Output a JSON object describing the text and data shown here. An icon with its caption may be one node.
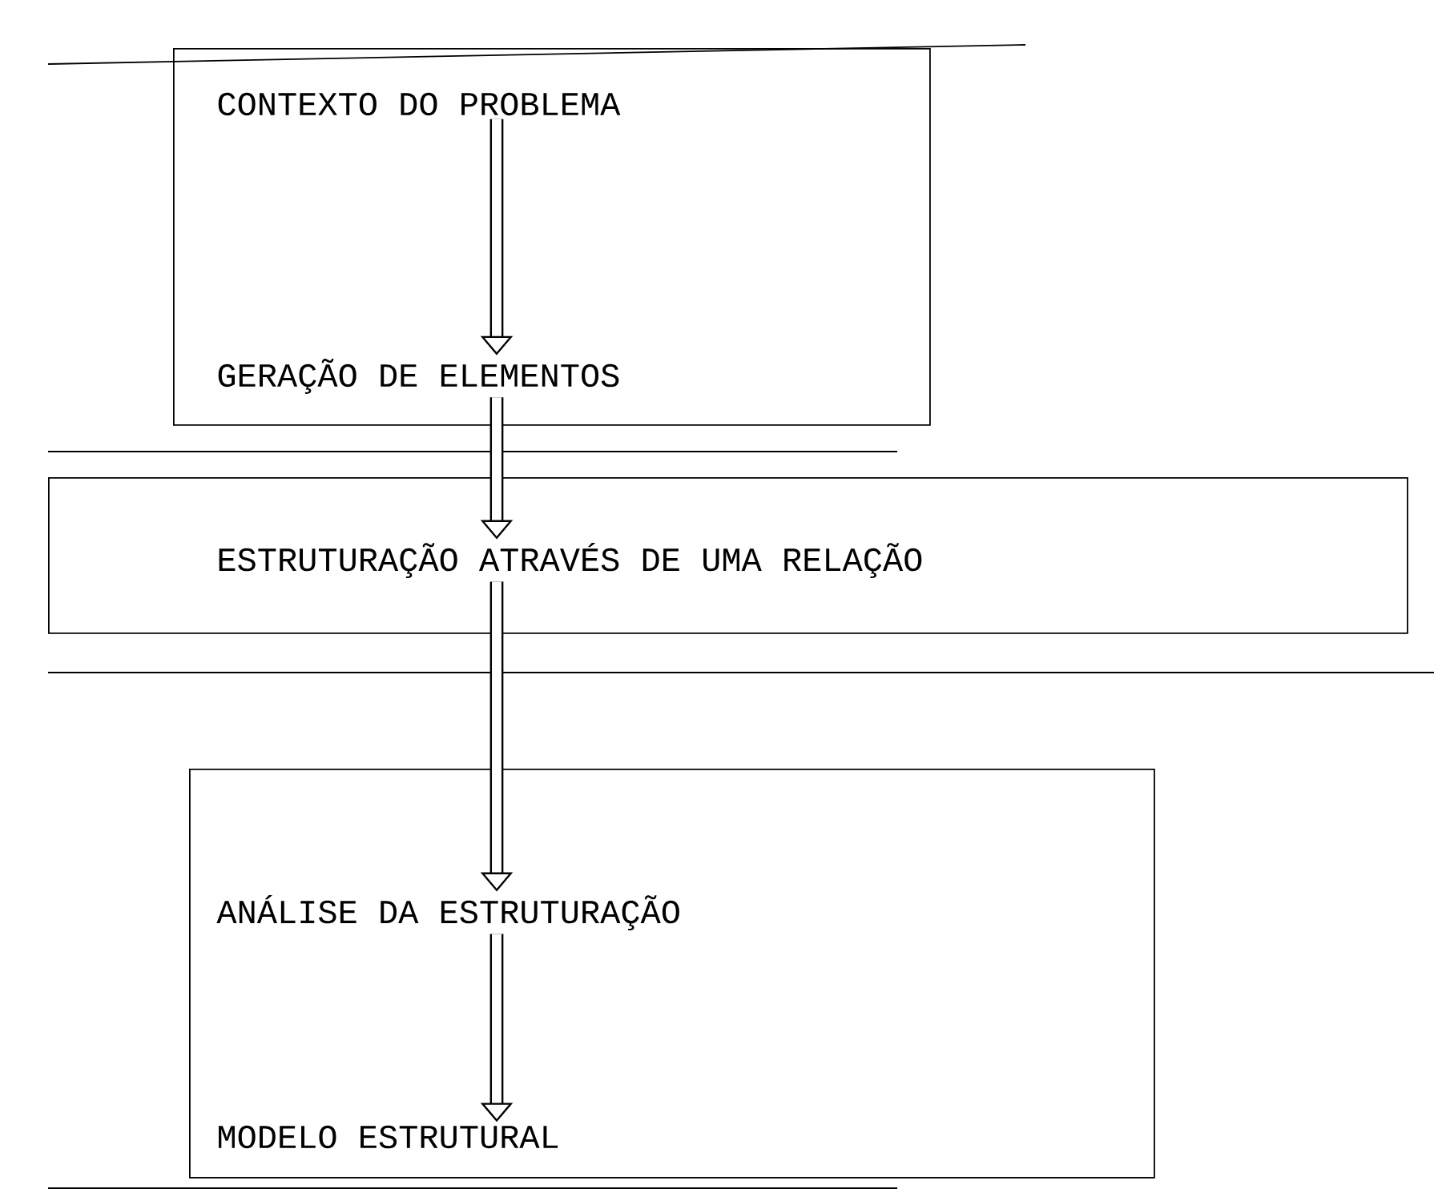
{
  "diagram": {
    "nodes": [
      {
        "text": [],
        "shape": "box"
      },
      {
        "text": [
          "CONTEXTO DO PROBLEMA"
        ],
        "in": 0
      },
      {
        "text": [
          "GERAÇÃO DE ELEMENTOS"
        ],
        "in": 0
      },
      {
        "text": [],
        "shape": "box"
      },
      {
        "text": [
          "ESTRUTURAÇÃO ATRAVÉS DE UMA RELAÇÃO"
        ],
        "in": 3
      },
      {
        "text": [],
        "shape": "box"
      },
      {
        "text": [
          "ANÁLISE DA ESTRUTURAÇÃO"
        ],
        "in": 5
      },
      {
        "text": [
          "MODELO ESTRUTURAL"
        ],
        "in": 5
      }
    ],
    "edges": [
      {
        "from": 1,
        "to": 2,
        "arrow": "to"
      },
      {
        "from": 2,
        "to": 4,
        "arrow": "to"
      },
      {
        "from": 4,
        "to": 6,
        "arrow": "to"
      },
      {
        "from": 6,
        "to": 7,
        "arrow": "to"
      }
    ]
  }
}
